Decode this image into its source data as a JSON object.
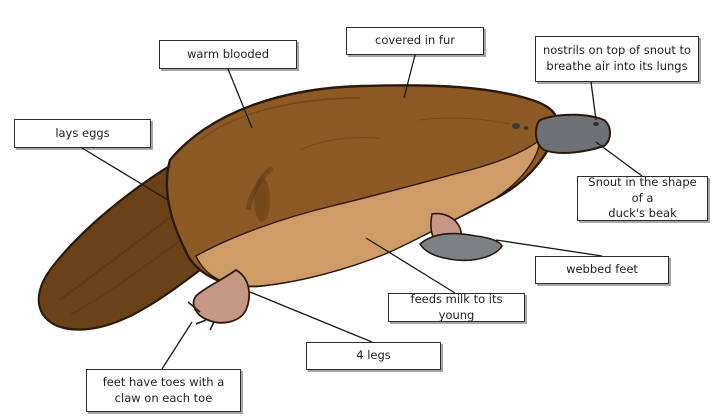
{
  "colors": {
    "fur_dark": "#6b4218",
    "fur_main": "#8d5a26",
    "fur_light": "#a8743a",
    "belly": "#cf9c67",
    "beak": "#6e7276",
    "feet": "#c79786",
    "webbing": "#7d8185",
    "outline": "#2b1a0c"
  },
  "labels": [
    {
      "id": "warm-blooded",
      "text": "warm blooded"
    },
    {
      "id": "covered-in-fur",
      "text": "covered in fur"
    },
    {
      "id": "nostrils",
      "text": "nostrils on top of snout to\nbreathe air into its lungs"
    },
    {
      "id": "lays-eggs",
      "text": "lays eggs"
    },
    {
      "id": "snout",
      "text": "Snout in the shape of a\nduck's beak"
    },
    {
      "id": "webbed-feet",
      "text": "webbed feet"
    },
    {
      "id": "feeds-milk",
      "text": "feeds milk to its young"
    },
    {
      "id": "four-legs",
      "text": "4 legs"
    },
    {
      "id": "toes-claws",
      "text": "feet have toes with a\nclaw on each toe"
    }
  ]
}
